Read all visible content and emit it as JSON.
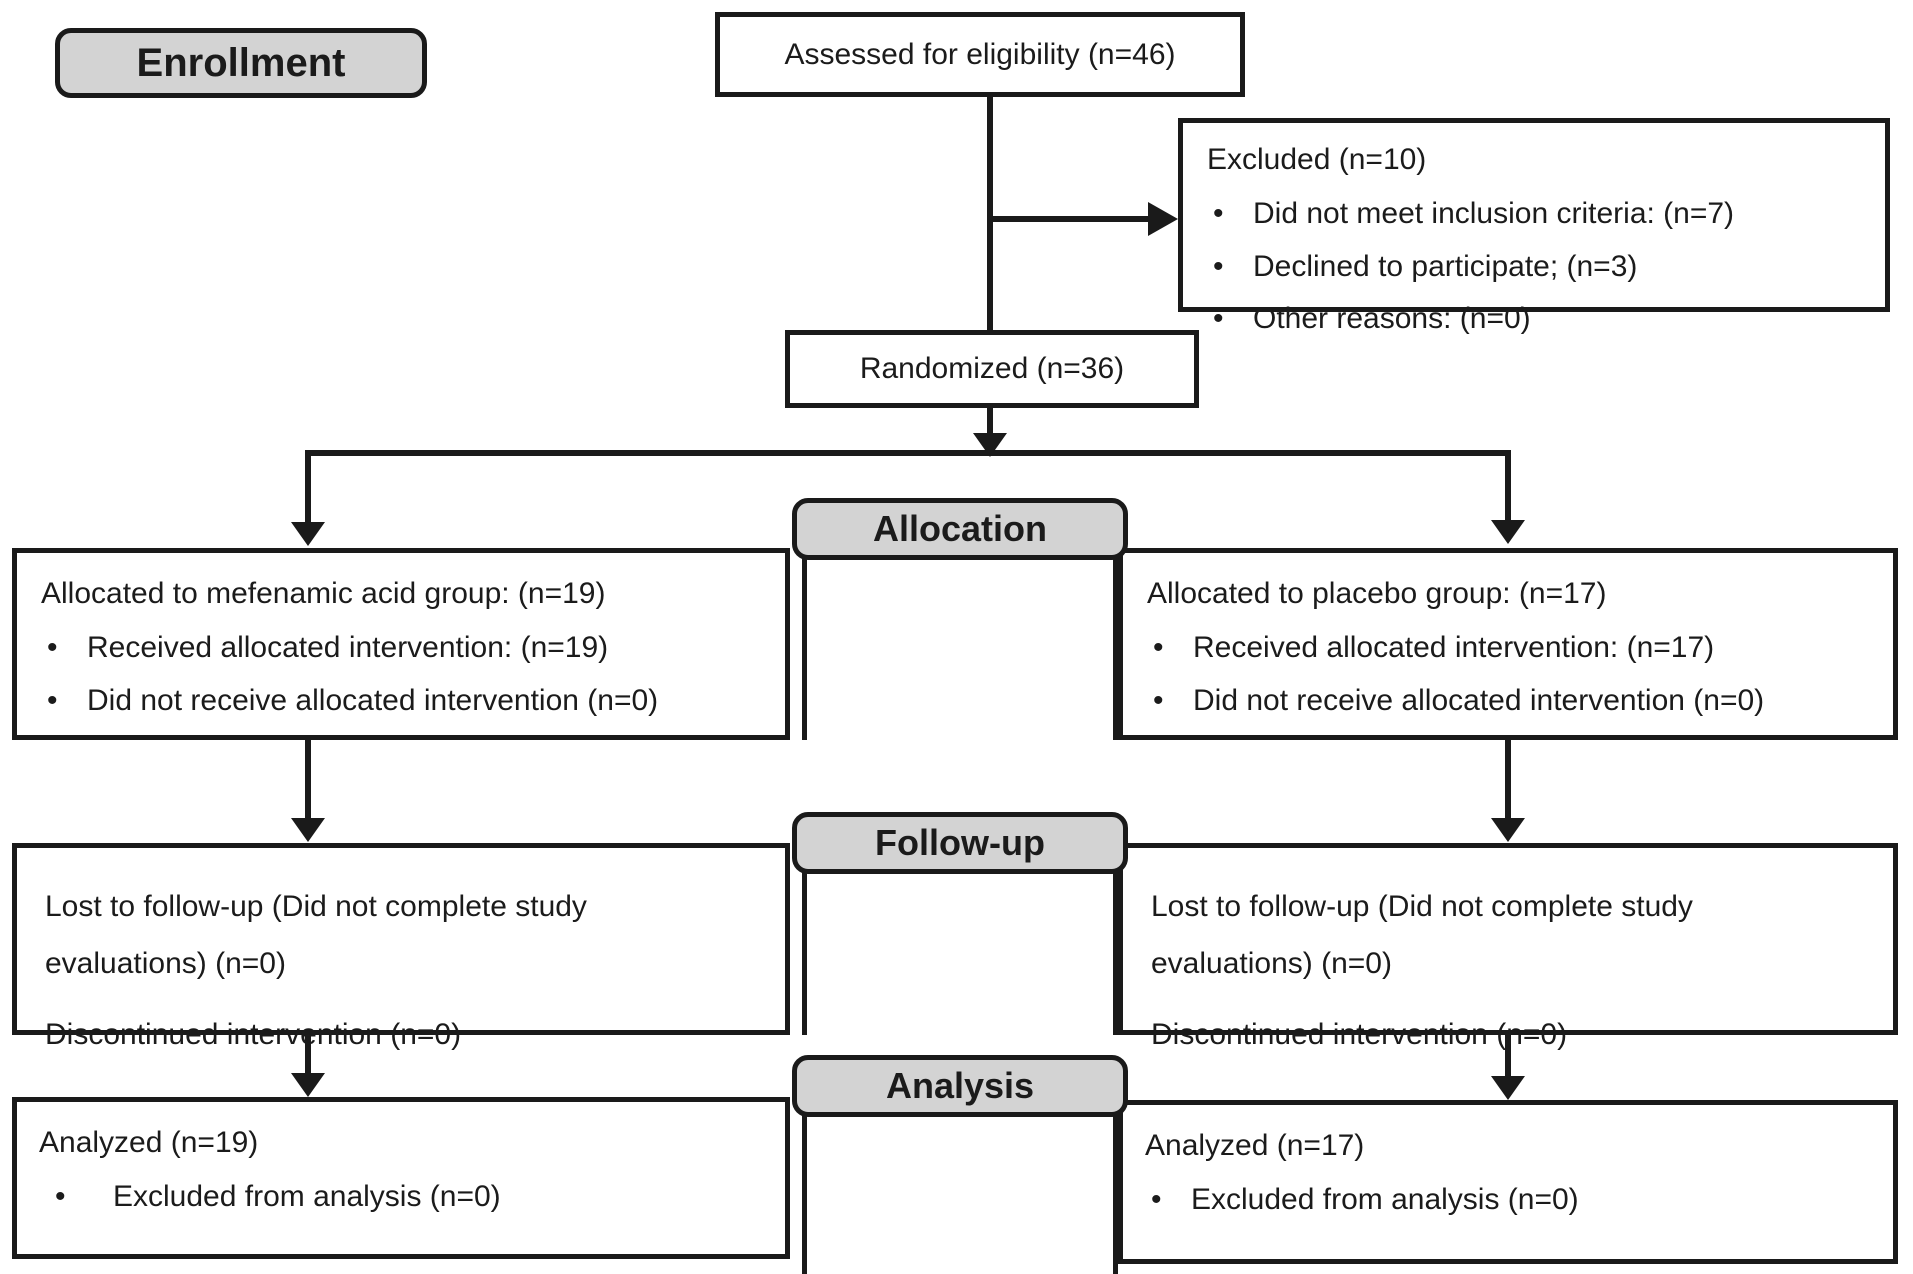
{
  "colors": {
    "line": "#1a1a1a",
    "label_fill": "#d3d3d3",
    "box_fill": "#ffffff",
    "text": "#1b1b1b"
  },
  "stages": {
    "enrollment": "Enrollment",
    "allocation": "Allocation",
    "followup": "Follow-up",
    "analysis": "Analysis"
  },
  "boxes": {
    "assessed": {
      "text": "Assessed for eligibility (n=46)"
    },
    "excluded": {
      "title": "Excluded (n=10)",
      "bullet_char": "•",
      "bullets": [
        "Did not meet inclusion criteria: (n=7)",
        "Declined to participate; (n=3)",
        "Other reasons: (n=0)"
      ]
    },
    "randomized": {
      "text": "Randomized (n=36)"
    },
    "allocation_left": {
      "title": "Allocated to mefenamic acid group: (n=19)",
      "bullet_char": "•",
      "bullets": [
        "Received allocated intervention: (n=19)",
        "Did not receive allocated intervention (n=0)"
      ]
    },
    "allocation_right": {
      "title": "Allocated to placebo group: (n=17)",
      "bullet_char": "•",
      "bullets": [
        "Received allocated intervention: (n=17)",
        "Did not receive allocated intervention (n=0)"
      ]
    },
    "followup_left": {
      "lines": [
        "Lost to follow-up (Did not complete study evaluations) (n=0)",
        "Discontinued intervention (n=0)"
      ]
    },
    "followup_right": {
      "lines": [
        "Lost to follow-up (Did not complete study evaluations) (n=0)",
        "Discontinued intervention (n=0)"
      ]
    },
    "analysis_left": {
      "title": "Analyzed (n=19)",
      "bullet_char": "•",
      "bullets": [
        "Excluded from analysis (n=0)"
      ]
    },
    "analysis_right": {
      "title": "Analyzed (n=17)",
      "bullet_char": "•",
      "bullets": [
        "Excluded from analysis (n=0)"
      ]
    }
  }
}
